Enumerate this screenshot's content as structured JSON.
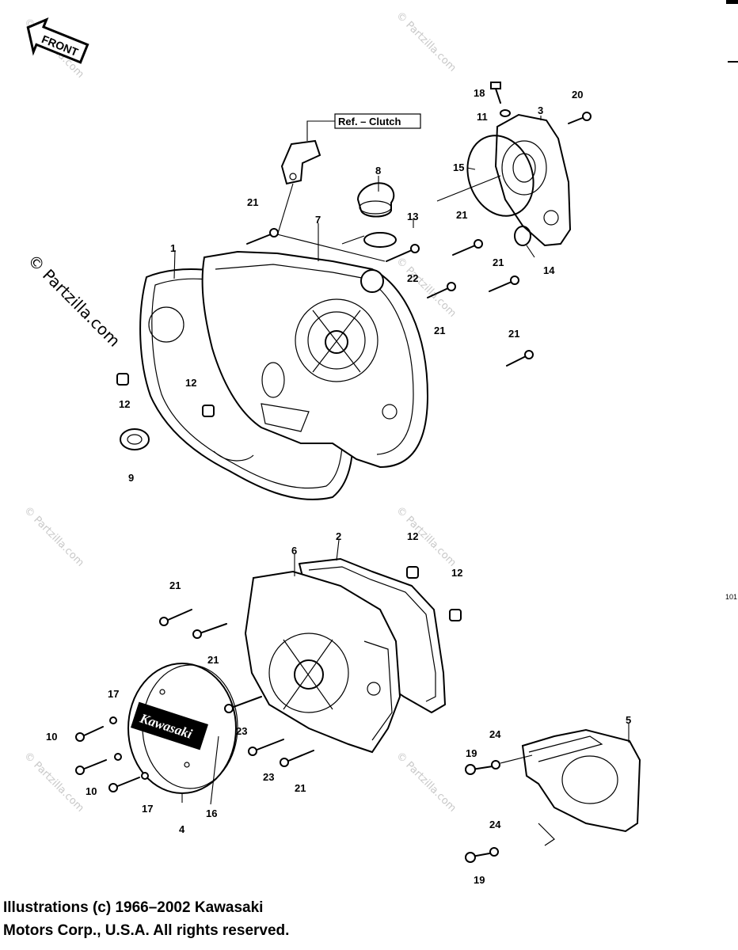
{
  "badges": {
    "front": "FRONT",
    "reference": "Ref. – Clutch"
  },
  "logo_text": "Kawasaki",
  "watermark": "© Partzilla.com",
  "page_number": "101",
  "copyright": {
    "line1": "Illustrations (c) 1966–2002 Kawasaki",
    "line2": "Motors Corp., U.S.A.  All rights reserved."
  },
  "labels": {
    "l1": "1",
    "l2": "2",
    "l3": "3",
    "l4": "4",
    "l5": "5",
    "l6": "6",
    "l7": "7",
    "l8": "8",
    "l9": "9",
    "l10a": "10",
    "l10b": "10",
    "l11": "11",
    "l12a": "12",
    "l12b": "12",
    "l12c": "12",
    "l12d": "12",
    "l13": "13",
    "l14": "14",
    "l15": "15",
    "l16": "16",
    "l17a": "17",
    "l17b": "17",
    "l18": "18",
    "l19a": "19",
    "l19b": "19",
    "l20": "20",
    "l21a": "21",
    "l21b": "21",
    "l21c": "21",
    "l21d": "21",
    "l21e": "21",
    "l21f": "21",
    "l21g": "21",
    "l22": "22",
    "l23a": "23",
    "l23b": "23",
    "l24a": "24",
    "l24b": "24"
  }
}
